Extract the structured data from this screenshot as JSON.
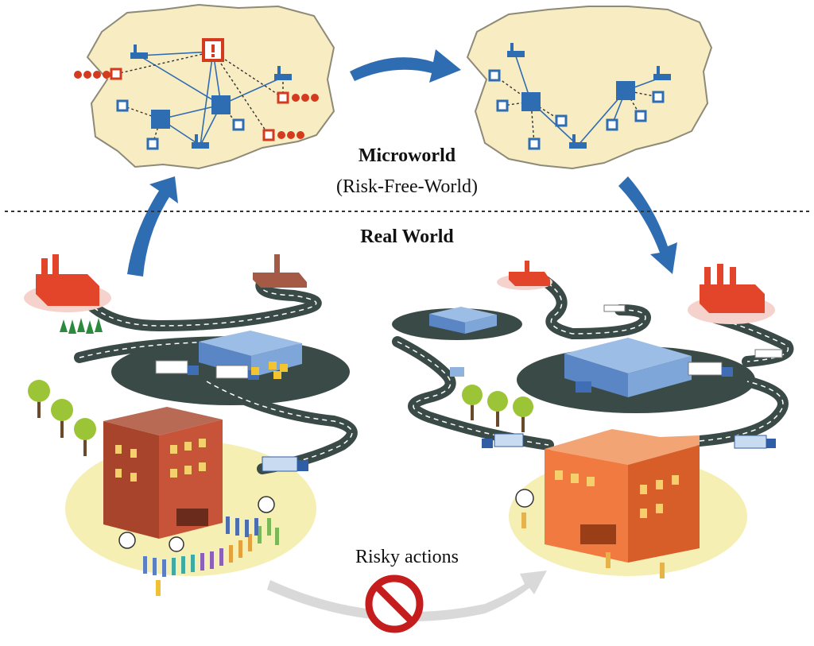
{
  "labels": {
    "microworld_title": "Microworld",
    "microworld_subtitle": "(Risk-Free-World)",
    "realworld_title": "Real World",
    "risky_actions": "Risky actions"
  },
  "colors": {
    "arrow_blue": "#2f6db2",
    "node_blue": "#2f6db2",
    "map_fill": "#f7ecc2",
    "risk_red": "#d33a1e",
    "road": "#3a4a46",
    "brick_red": "#b24a32",
    "orange_building": "#f07a3f",
    "warehouse_blue": "#7ea6d8",
    "no_sign_red": "#c51d1d"
  },
  "icons": [
    "arrow-up-icon",
    "arrow-right-icon",
    "arrow-down-icon",
    "curved-arrow-icon",
    "no-entry-icon",
    "factory-icon",
    "warehouse-icon",
    "store-icon",
    "truck-icon",
    "tree-icon",
    "person-icon"
  ]
}
